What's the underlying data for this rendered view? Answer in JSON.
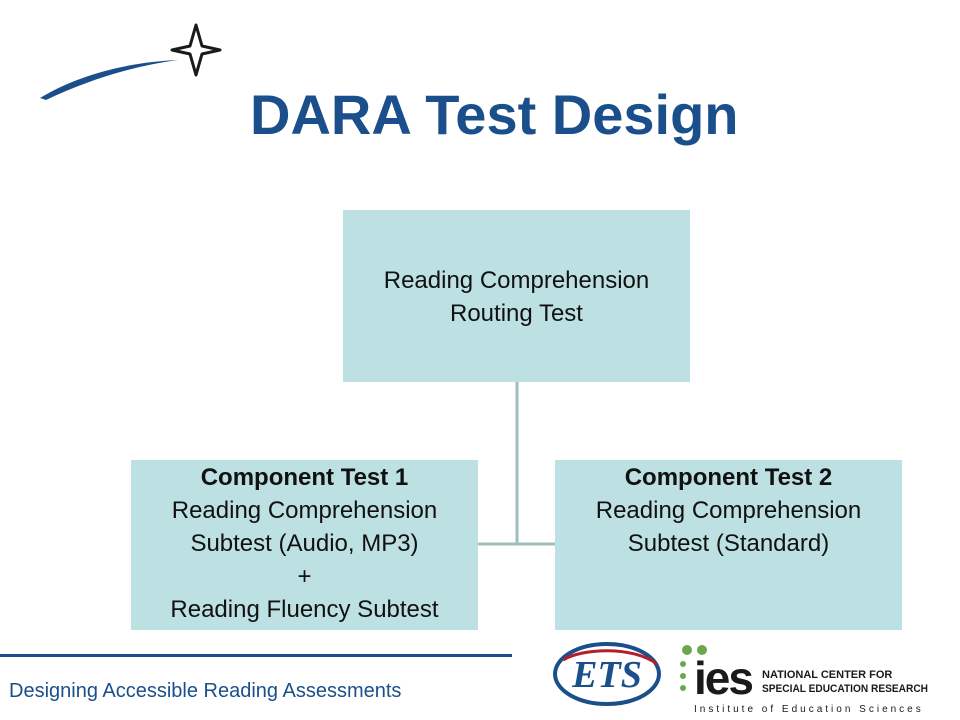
{
  "title": "DARA Test Design",
  "diagram": {
    "top": {
      "line1": "Reading Comprehension",
      "line2": "Routing Test"
    },
    "left": {
      "heading": "Component Test 1",
      "line1": "Reading Comprehension",
      "line2": "Subtest (Audio, MP3)",
      "line3": "+",
      "line4": "Reading Fluency Subtest"
    },
    "right": {
      "heading": "Component Test 2",
      "line1": "Reading Comprehension",
      "line2": "Subtest (Standard)"
    }
  },
  "footer": {
    "text": "Designing Accessible Reading Assessments"
  },
  "logos": {
    "ets": "ETS",
    "ies": "ies",
    "ies_line1": "NATIONAL CENTER FOR",
    "ies_line2": "SPECIAL EDUCATION RESEARCH",
    "ies_sub": "Institute of Education Sciences"
  },
  "colors": {
    "title": "#1a4f8c",
    "box": "#bde0e2",
    "connector": "#9fbfbf",
    "footer": "#1b4f8b",
    "ies_green": "#6aa84f"
  }
}
